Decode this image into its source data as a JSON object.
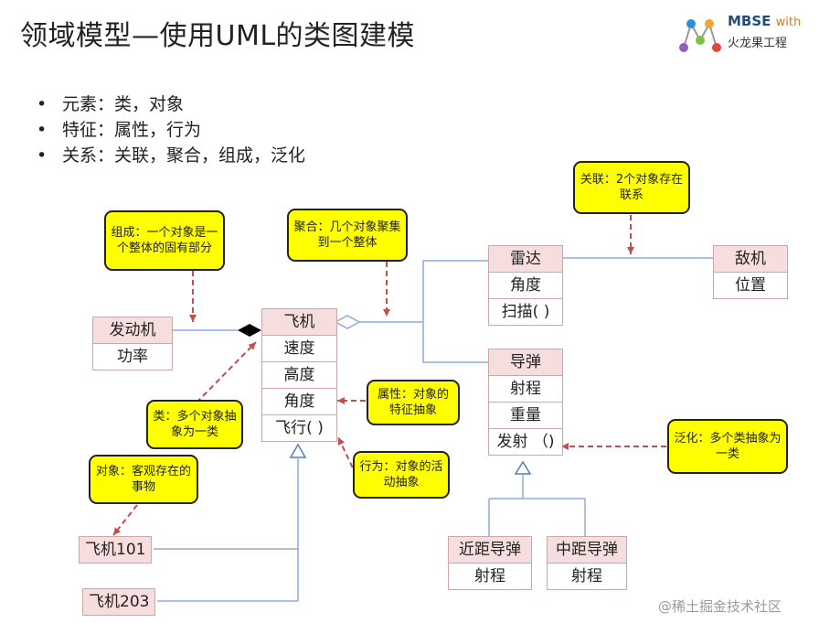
{
  "title": "领域模型—使用UML的类图建模",
  "logo": {
    "brand": "MBSE",
    "with": "with",
    "org": "火龙果工程"
  },
  "bullets": [
    "元素：类，对象",
    "特征：属性，行为",
    "关系：关联，聚合，组成，泛化"
  ],
  "classes": {
    "engine": {
      "name": "发动机",
      "attrs": [
        "功率"
      ]
    },
    "plane": {
      "name": "飞机",
      "attrs": [
        "速度",
        "高度",
        "角度"
      ],
      "ops": [
        "飞行( )"
      ]
    },
    "radar": {
      "name": "雷达",
      "attrs": [
        "角度"
      ],
      "ops": [
        "扫描( )"
      ]
    },
    "enemy": {
      "name": "敌机",
      "attrs": [
        "位置"
      ]
    },
    "missile": {
      "name": "导弹",
      "attrs": [
        "射程",
        "重量"
      ],
      "ops": [
        "发射 （)"
      ]
    },
    "short_missile": {
      "name": "近距导弹",
      "attrs": [
        "射程"
      ]
    },
    "mid_missile": {
      "name": "中距导弹",
      "attrs": [
        "射程"
      ]
    }
  },
  "objects": [
    "飞机101",
    "飞机203"
  ],
  "notes": {
    "composition": "组成：一个对象是一个整体的固有部分",
    "aggregation": "聚合：几个对象聚集到一个整体",
    "association": "关联：2个对象存在联系",
    "class": "类：多个对象抽象为一类",
    "attribute": "属性：对象的特征抽象",
    "behavior": "行为：对象的活动抽象",
    "object": "对象：客观存在的事物",
    "generalization": "泛化：多个类抽象为一类"
  },
  "watermark": "@稀土掘金技术社区"
}
